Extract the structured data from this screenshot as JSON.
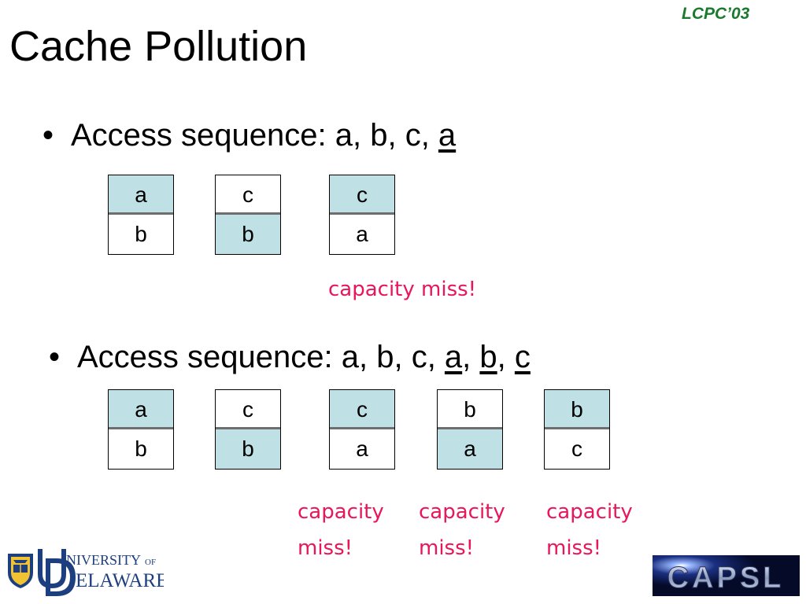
{
  "header": {
    "conference": "LCPC’03",
    "title": "Cache Pollution"
  },
  "colors": {
    "highlight": "#bfe0e5",
    "miss_text": "#e8165a",
    "tag_text": "#1a7a2e"
  },
  "example1": {
    "bullet": "•",
    "prefix": "Access sequence: a, b, c, ",
    "underlined": "a",
    "caches": [
      {
        "top": "a",
        "bottom": "b"
      },
      {
        "top": "c",
        "bottom": "b"
      },
      {
        "top": "c",
        "bottom": "a"
      }
    ],
    "miss_label": "capacity miss!"
  },
  "example2": {
    "bullet": "•",
    "prefix": "Access sequence: a, b, c, ",
    "u1": "a",
    "sep1": ", ",
    "u2": "b",
    "sep2": ", ",
    "u3": "c",
    "caches": [
      {
        "top": "a",
        "bottom": "b"
      },
      {
        "top": "c",
        "bottom": "b"
      },
      {
        "top": "c",
        "bottom": "a"
      },
      {
        "top": "b",
        "bottom": "a"
      },
      {
        "top": "b",
        "bottom": "c"
      }
    ],
    "miss_labels": [
      {
        "line1": "capacity",
        "line2": "miss!"
      },
      {
        "line1": "capacity",
        "line2": "miss!"
      },
      {
        "line1": "capacity",
        "line2": "miss!"
      }
    ]
  },
  "logos": {
    "university_line1": "NIVERSITY",
    "university_of": "OF",
    "university_line2": "ELAWARE",
    "capsl": "CAPSL"
  }
}
